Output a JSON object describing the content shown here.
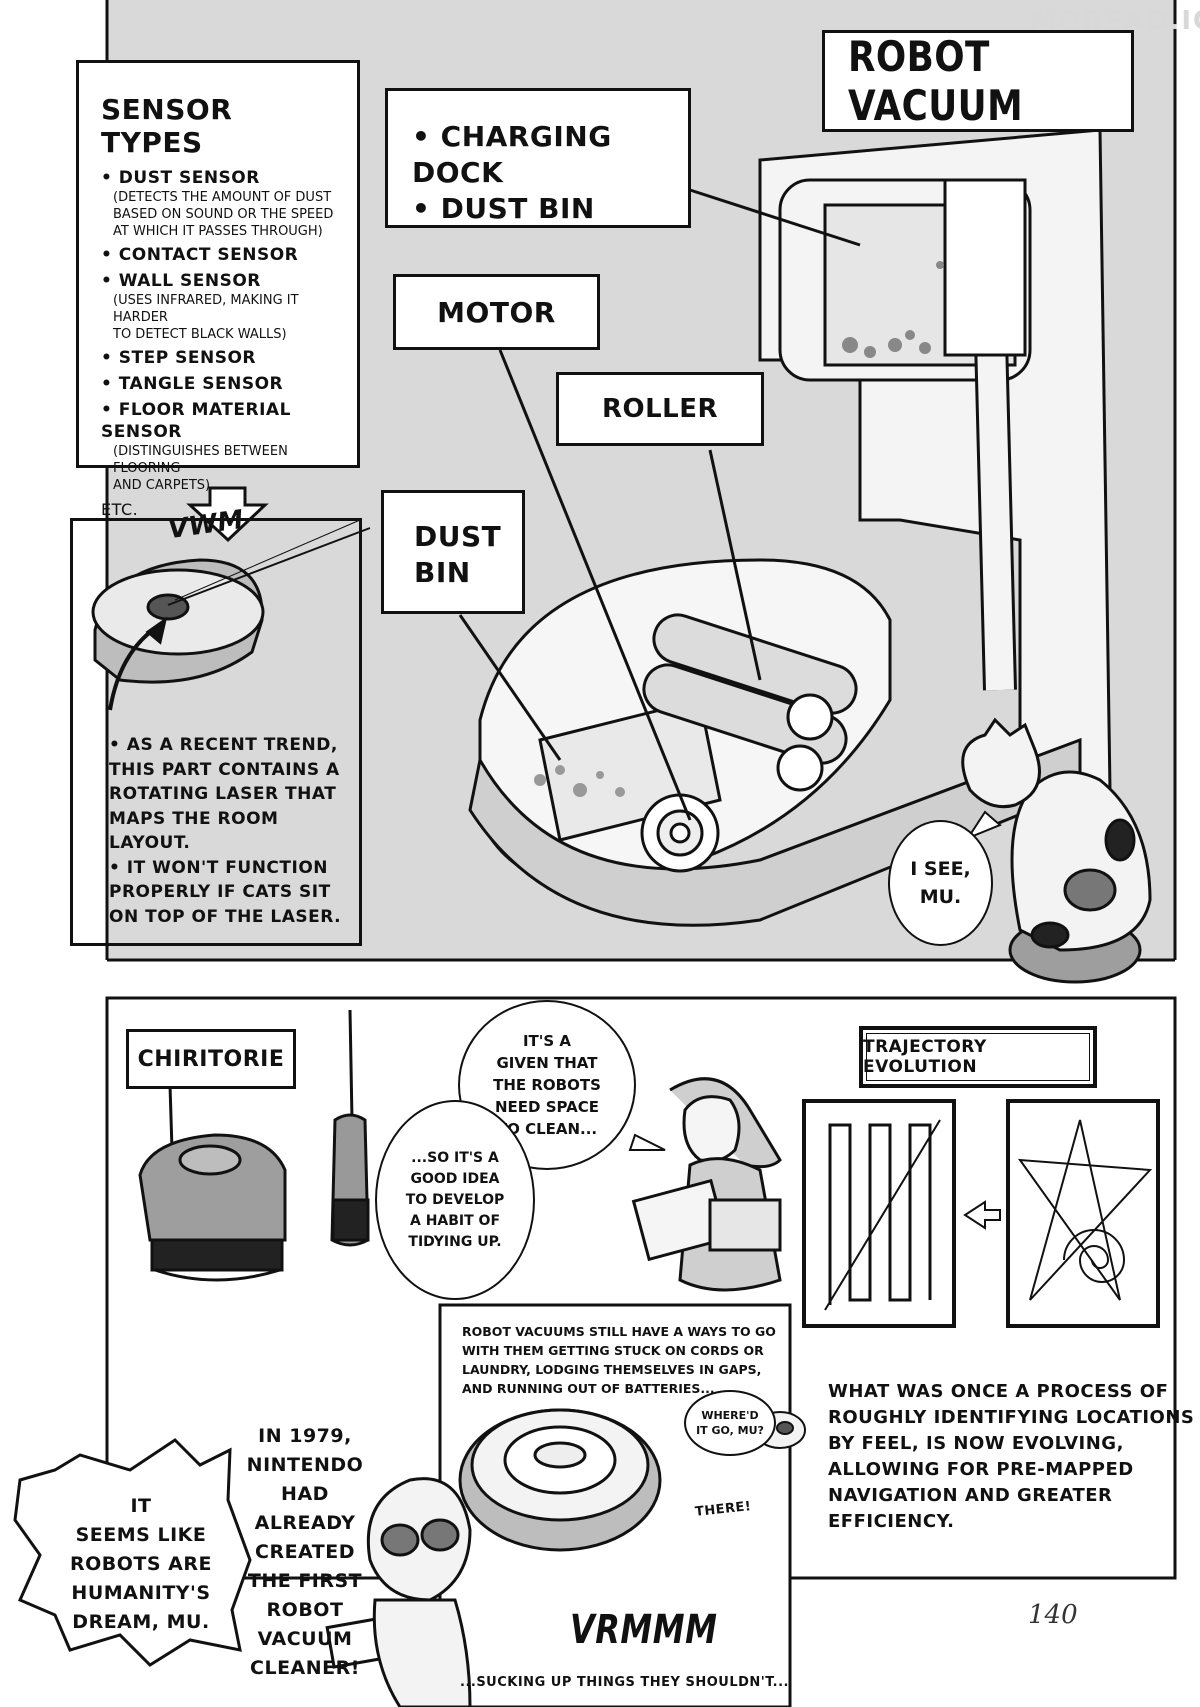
{
  "watermark": "MOREAD.IO",
  "top_panel": {
    "title": "ROBOT VACUUM",
    "sensor_box": {
      "heading": "SENSOR TYPES",
      "items": [
        {
          "label": "• DUST SENSOR",
          "note": "(DETECTS THE AMOUNT OF DUST\nBASED ON SOUND OR THE SPEED\nAT WHICH IT PASSES THROUGH)"
        },
        {
          "label": "• CONTACT SENSOR",
          "note": ""
        },
        {
          "label": "• WALL SENSOR",
          "note": "(USES INFRARED, MAKING IT HARDER\nTO DETECT BLACK WALLS)"
        },
        {
          "label": "• STEP SENSOR",
          "note": ""
        },
        {
          "label": "• TANGLE SENSOR",
          "note": ""
        },
        {
          "label": "• FLOOR MATERIAL SENSOR",
          "note": "(DISTINGUISHES BETWEEN FLOORING\nAND CARPETS)"
        }
      ],
      "etc": "ETC."
    },
    "dock_label": "• CHARGING DOCK\n• DUST BIN",
    "motor_label": "MOTOR",
    "roller_label": "ROLLER",
    "dustbin_label": "DUST\nBIN",
    "sfx_top": "VWM",
    "laser_note": "• AS A RECENT TREND,\n  THIS PART CONTAINS A\n  ROTATING LASER THAT\n  MAPS THE ROOM\n  LAYOUT.\n• IT WON'T FUNCTION\n  PROPERLY IF CATS SIT\n  ON TOP OF THE LASER.",
    "cat_bubble": "I SEE,\nMU."
  },
  "bottom_panel": {
    "chiritorie_label": "CHIRITORIE",
    "bubble_given": "IT'S A\nGIVEN THAT\nTHE ROBOTS\nNEED SPACE\nTO CLEAN...",
    "bubble_tidy": "...SO IT'S A\nGOOD IDEA\nTO DEVELOP\nA HABIT OF\nTIDYING UP.",
    "trajectory_label": "TRAJECTORY EVOLUTION",
    "stuck_caption": "ROBOT VACUUMS STILL HAVE A WAYS TO GO\nWITH THEM GETTING STUCK ON CORDS OR\nLAUNDRY, LODGING THEMSELVES IN GAPS,\nAND RUNNING OUT OF BATTERIES...",
    "where_bubble": "WHERE'D\nIT GO, MU?",
    "there_text": "THERE!",
    "evolution_caption": "WHAT WAS ONCE A PROCESS OF\nROUGHLY IDENTIFYING LOCATIONS\nBY FEEL, IS NOW EVOLVING,\nALLOWING FOR PRE-MAPPED\nNAVIGATION AND GREATER\nEFFICIENCY.",
    "dream_bubble": "IT\nSEEMS LIKE\nROBOTS ARE\nHUMANITY'S\nDREAM, MU.",
    "nintendo_text": "IN 1979,\nNINTENDO HAD\nALREADY CREATED\nTHE FIRST ROBOT\nVACUUM\nCLEANER!",
    "sfx_vrmmm": "VRMMM",
    "sucking_caption": "...SUCKING UP THINGS THEY SHOULDN'T...",
    "page_number": "140"
  }
}
